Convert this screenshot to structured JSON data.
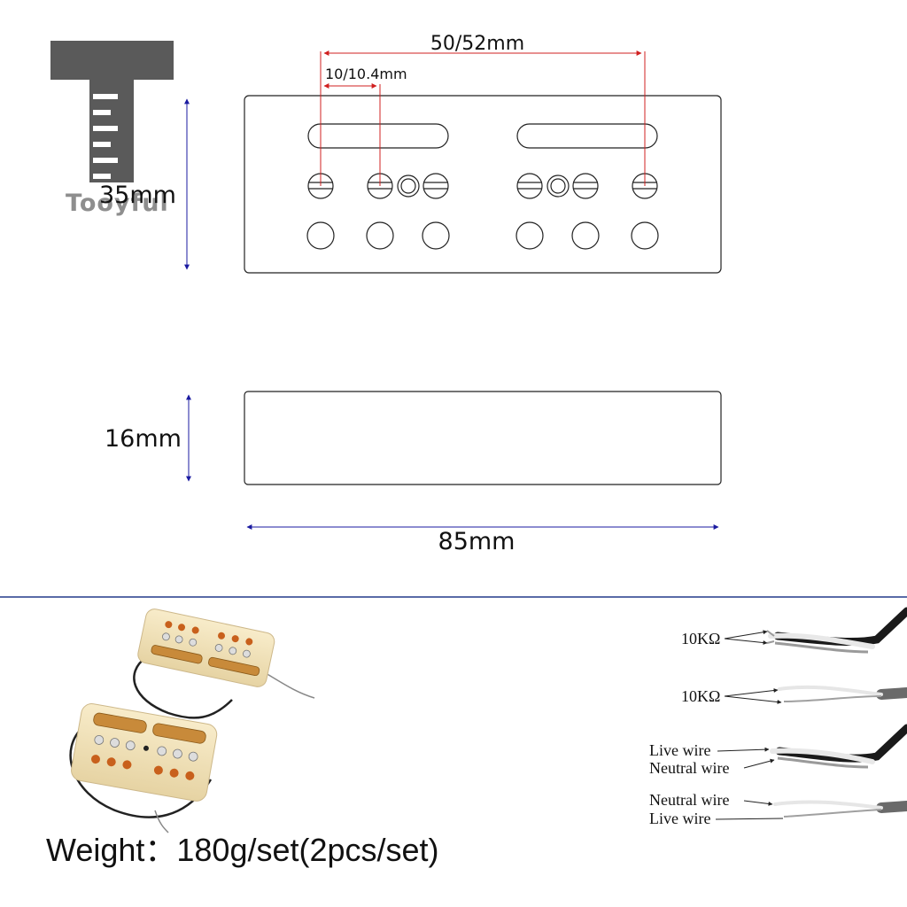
{
  "logo": {
    "brand": "Tooyful"
  },
  "dimensions": {
    "pole_span": "50/52mm",
    "pole_spacing": "10/10.4mm",
    "width": "35mm",
    "height": "16mm",
    "length": "85mm"
  },
  "wiring": {
    "resistor_1": "10KΩ",
    "resistor_2": "10KΩ",
    "live_wire_1": "Live wire",
    "neutral_wire_1": "Neutral wire",
    "neutral_wire_2": "Neutral wire",
    "live_wire_2": "Live wire"
  },
  "spec": {
    "weight": "Weight：180g/set(2pcs/set)"
  },
  "colors": {
    "dimension_line": "#1a1aa0",
    "measure_line": "#d02020",
    "separator": "#223a8a",
    "pickup_cream": "#f3e4bd",
    "pole_gold": "#c88a3a"
  }
}
